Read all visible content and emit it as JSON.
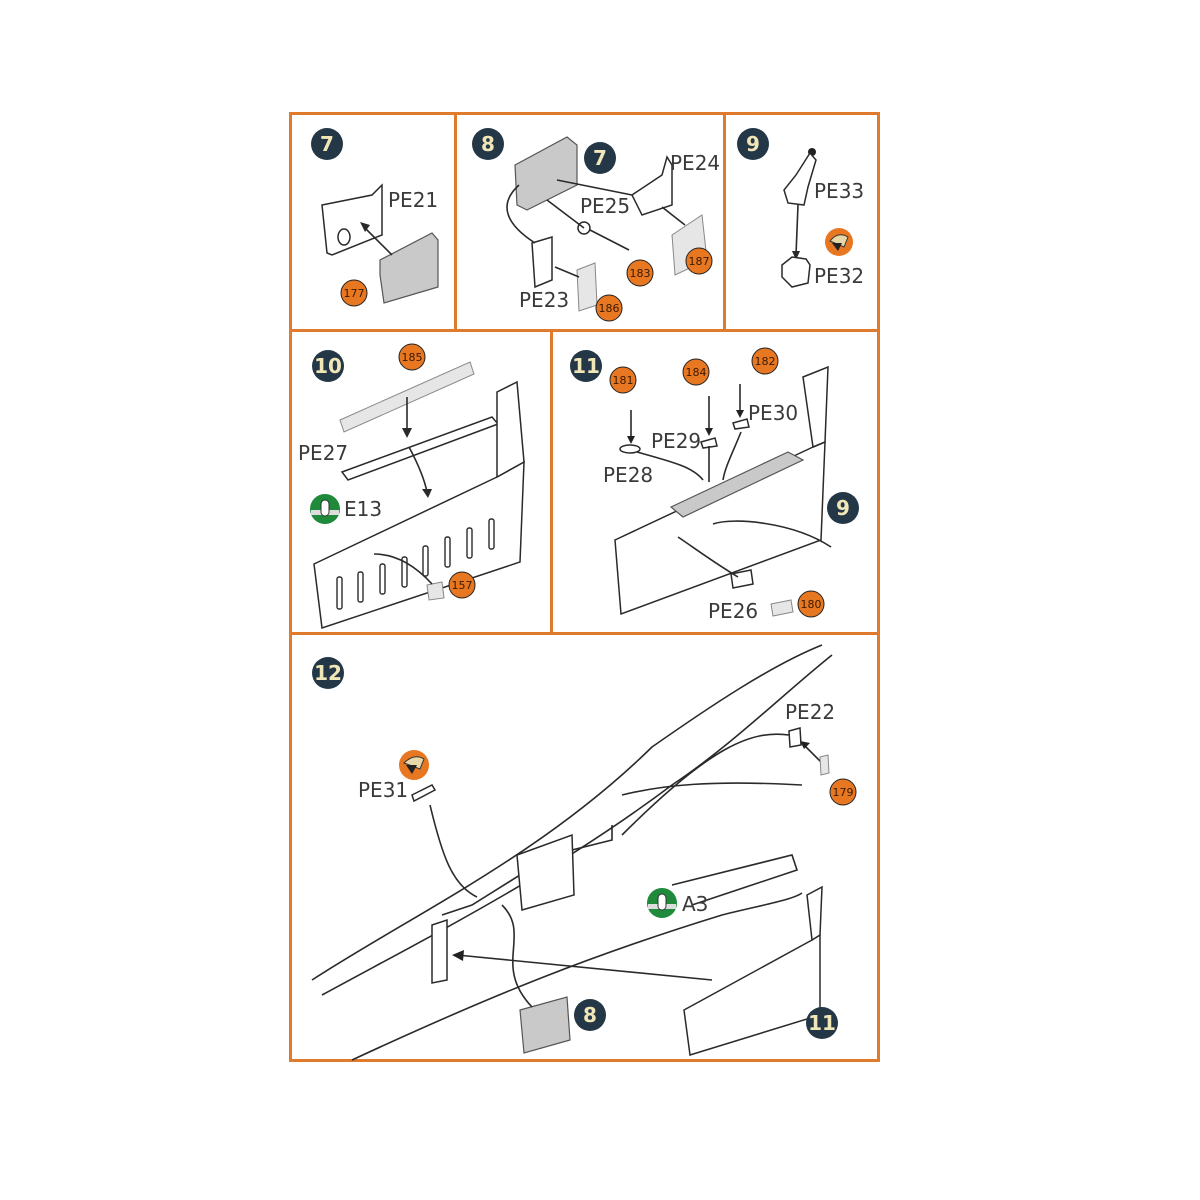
{
  "colors": {
    "border": "#e07a2c",
    "step_badge": "#243746",
    "step_text": "#f1e6b8",
    "decal_badge": "#e87722",
    "glue_badge": "#1e8a3a",
    "paint_badge": "#e87722"
  },
  "steps": [
    {
      "number": "7",
      "parts": [
        "PE21"
      ],
      "decals": [
        "177"
      ]
    },
    {
      "number": "8",
      "sub_reference": "7",
      "parts": [
        "PE24",
        "PE25",
        "PE23"
      ],
      "decals": [
        "183",
        "187",
        "186"
      ]
    },
    {
      "number": "9",
      "parts": [
        "PE33",
        "PE32"
      ],
      "icons": [
        "paint-icon"
      ]
    },
    {
      "number": "10",
      "parts": [
        "PE27",
        "E13"
      ],
      "decals": [
        "185",
        "157"
      ],
      "icons": [
        "plastic-part-icon"
      ]
    },
    {
      "number": "11",
      "sub_reference": "9",
      "parts": [
        "PE28",
        "PE29",
        "PE30",
        "PE26"
      ],
      "decals": [
        "181",
        "184",
        "182",
        "180"
      ]
    },
    {
      "number": "12",
      "sub_references": [
        "8",
        "11"
      ],
      "parts": [
        "PE31",
        "PE22",
        "A3"
      ],
      "decals": [
        "179"
      ],
      "icons": [
        "paint-icon",
        "plastic-part-icon"
      ]
    }
  ]
}
